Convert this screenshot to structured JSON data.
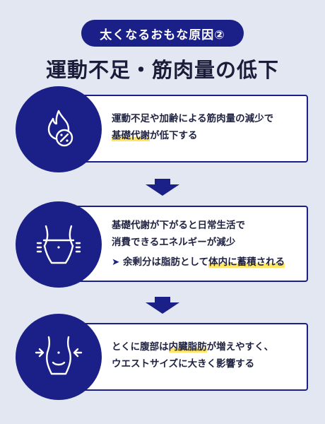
{
  "header": {
    "pill": "太くなるおもな原因②",
    "title": "運動不足・筋肉量の低下"
  },
  "steps": [
    {
      "icon": "flame-percent-icon",
      "line1": "運動不足や加齢による筋肉量の減少で",
      "line2_highlight": "基礎代謝",
      "line2_rest": "が低下する"
    },
    {
      "icon": "waist-measure-icon",
      "line1": "基礎代謝が下がると日常生活で",
      "line2": "消費できるエネルギーが減少",
      "bullet": "➤",
      "line3_a": "余剰分は脂肪として",
      "line3_highlight": "体内に蓄積される"
    },
    {
      "icon": "waist-compress-icon",
      "line1_a": "とくに腹部は",
      "line1_highlight": "内臓脂肪",
      "line1_b": "が増えやすく、",
      "line2": "ウエストサイズに大きく影響する"
    }
  ],
  "colors": {
    "navy": "#1b2088",
    "background": "#e3e7f1",
    "highlight": "#ffe566"
  }
}
